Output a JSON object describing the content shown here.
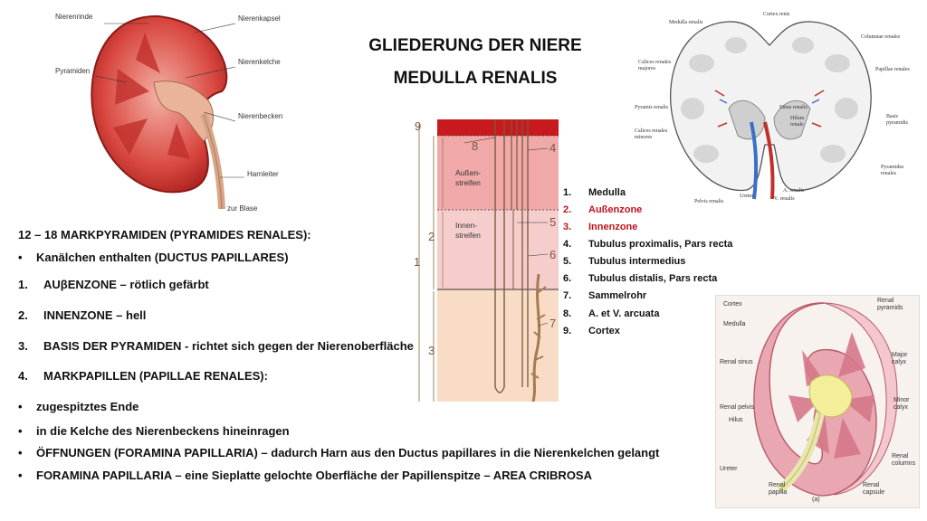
{
  "title": {
    "line1": "GLIEDERUNG DER NIERE",
    "line2": "MEDULLA RENALIS"
  },
  "kidney_left": {
    "labels": {
      "nierenrinde": "Nierenrinde",
      "pyramiden": "Pyramiden",
      "nierenkapsel": "Nierenkapsel",
      "nierenkelche": "Nierenkelche",
      "nierenbecken": "Nierenbecken",
      "harnleiter": "Harnleiter",
      "zur_blase": "zur Blase"
    }
  },
  "section": {
    "heading": "12 – 18 MARKPYRAMIDEN (PYRAMIDES RENALES):",
    "items": [
      {
        "marker": "•",
        "text": "Kanälchen enthalten (DUCTUS PAPILLARES)"
      },
      {
        "marker": "1.",
        "text": "AUβENZONE – rötlich gefärbt"
      },
      {
        "marker": "2.",
        "text": "INNENZONE – hell"
      },
      {
        "marker": "3.",
        "text": "BASIS DER PYRAMIDEN  - richtet sich gegen der Nierenoberfläche"
      },
      {
        "marker": "4.",
        "text": "MARKPAPILLEN (PAPILLAE RENALES):"
      },
      {
        "marker": "•",
        "text": "zugespitztes Ende"
      },
      {
        "marker": "•",
        "text": "in die Kelche des Nierenbeckens hineinragen"
      },
      {
        "marker": "•",
        "text": "ÖFFNUNGEN (FORAMINA PAPILLARIA) – dadurch  Harn aus den Ductus papillares in die Nierenkelchen gelangt"
      },
      {
        "marker": "•",
        "text": "FORAMINA PAPILLARIA – eine Sieplatte gelochte Oberfläche der Papillenspitze – AREA CRIBROSA"
      }
    ]
  },
  "diagram": {
    "numbers": [
      "9",
      "8",
      "4",
      "5",
      "6",
      "7",
      "2",
      "1",
      "3"
    ],
    "zone_aussen": "Außen-\nstreifen",
    "zone_innen": "Innen-\nstreifen"
  },
  "legend": [
    {
      "n": "1.",
      "text": "Medulla",
      "color": "#111111"
    },
    {
      "n": "2.",
      "text": "Außenzone",
      "color": "#c0141c"
    },
    {
      "n": "3.",
      "text": "Innenzone",
      "color": "#c0141c"
    },
    {
      "n": "4.",
      "text": "Tubulus proximalis, Pars recta",
      "color": "#111111"
    },
    {
      "n": "5.",
      "text": "Tubulus intermedius",
      "color": "#111111"
    },
    {
      "n": "6.",
      "text": "Tubulus distalis, Pars recta",
      "color": "#111111"
    },
    {
      "n": "7.",
      "text": "Sammelrohr",
      "color": "#111111"
    },
    {
      "n": "8.",
      "text": "A. et V. arcuata",
      "color": "#111111"
    },
    {
      "n": "9.",
      "text": "Cortex",
      "color": "#111111"
    }
  ],
  "kidney_top_right": {
    "labels": {
      "medulla_renalis": "Medulla renalis",
      "cortex_renis": "Cortex renis",
      "columnae_renales": "Columnae renales",
      "calices_majores": "Calices renales majores",
      "papillae_renales": "Papillae renales",
      "pyramis_renalis": "Pyramis renalis",
      "sinus_renalis": "Sinus renalis",
      "hilum_renale": "Hilum renale",
      "basis_pyramidis": "Basis pyramidis",
      "calices_minores": "Calices renales minores",
      "pyramides_renales": "Pyramides renales",
      "pelvis_renalis": "Pelvis renalis",
      "ureter": "Ureter",
      "a_renalis": "A. renalis",
      "v_renalis": "V. renalis"
    }
  },
  "kidney_bottom_right": {
    "labels": {
      "cortex": "Cortex",
      "medulla": "Medulla",
      "renal_sinus": "Renal sinus",
      "renal_pelvis": "Renal pelvis",
      "hilus": "Hilus",
      "ureter": "Ureter",
      "renal_papilla": "Renal\npapilla",
      "renal_pyramids": "Renal\npyramids",
      "major_calyx": "Major\ncalyx",
      "minor_calyx": "Minor\ncalyx",
      "renal_columns": "Renal\ncolumns",
      "renal_capsule": "Renal\ncapsule",
      "figure_tag": "(a)"
    }
  }
}
